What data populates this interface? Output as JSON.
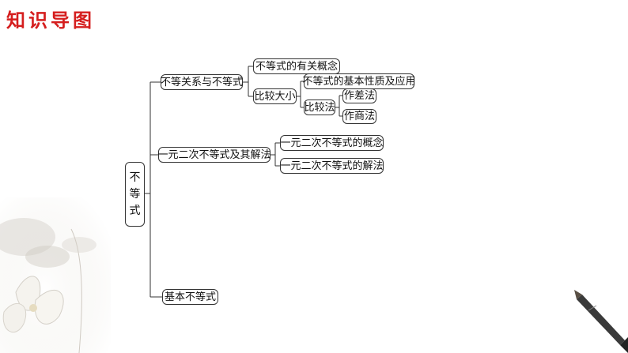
{
  "header": {
    "title": "知识导图"
  },
  "root": {
    "chars": [
      "不",
      "等",
      "式"
    ]
  },
  "nodes": {
    "rel": "不等关系与不等式",
    "concept": "不等式的有关概念",
    "compare": "比较大小",
    "property": "不等式的基本性质及应用",
    "comparison_method": "比较法",
    "diff": "作差法",
    "quot": "作商法",
    "quad": "一元二次不等式及其解法",
    "quad_concept": "一元二次不等式的概念",
    "quad_solution": "一元二次不等式的解法",
    "basic": "基本不等式"
  }
}
